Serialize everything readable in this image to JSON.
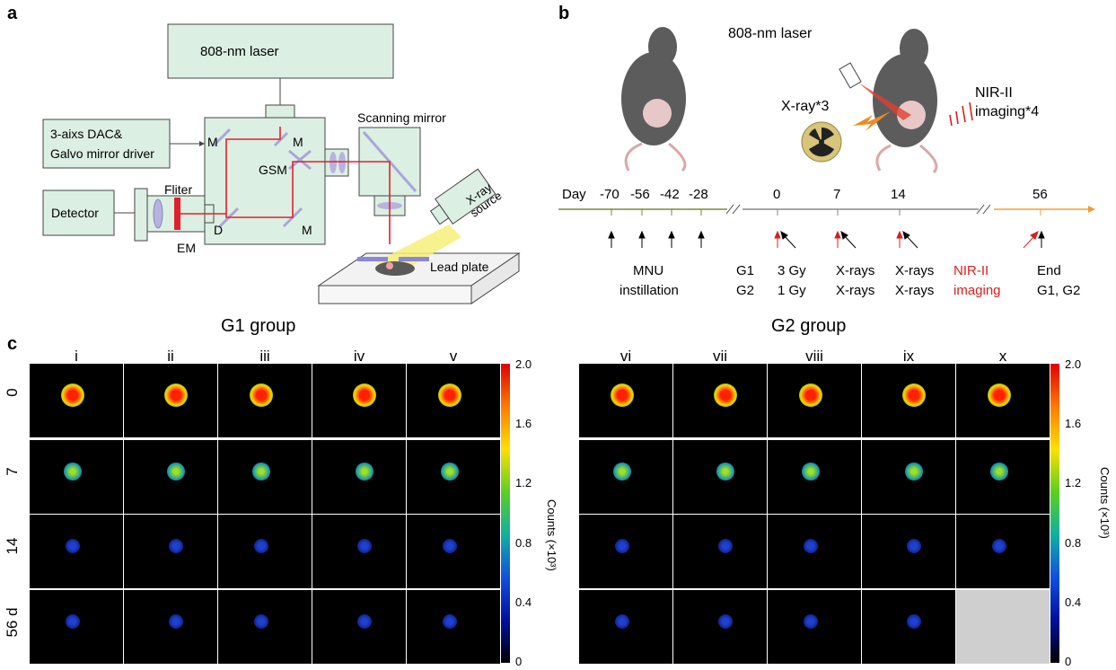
{
  "panel_a": {
    "letter": "a",
    "laser": "808-nm laser",
    "driver_line1": "3-aixs DAC&",
    "driver_line2": "Galvo mirror driver",
    "detector": "Detector",
    "filter": "Fliter",
    "em": "EM",
    "d": "D",
    "m1": "M",
    "m2": "M",
    "m3": "M",
    "gsm": "GSM",
    "scanning_mirror": "Scanning mirror",
    "xray_line1": "X-ray",
    "xray_line2": "source",
    "lead_plate": "Lead plate"
  },
  "panel_b": {
    "letter": "b",
    "laser": "808-nm laser",
    "xray": "X-ray*3",
    "nir_line1": "NIR-II",
    "nir_line2": "imaging*4",
    "day": "Day",
    "ticks": [
      "-70",
      "-56",
      "-42",
      "-28",
      "0",
      "7",
      "14",
      "56"
    ],
    "mnu_line1": "MNU",
    "mnu_line2": "instillation",
    "g1": "G1",
    "g2": "G2",
    "d0_line1": "3 Gy",
    "d0_line2": "1 Gy",
    "d7_line1": "X-rays",
    "d7_line2": "X-rays",
    "d14_line1": "X-rays",
    "d14_line2": "X-rays",
    "nir_imaging_line1": "NIR-II",
    "nir_imaging_line2": "imaging",
    "end_line1": "End",
    "end_line2": "G1, G2",
    "colors": {
      "pre": "#7a8a3a",
      "mid": "#888888",
      "post": "#f0a030",
      "red": "#d42020"
    }
  },
  "panel_c": {
    "letter": "c",
    "g1_title": "G1 group",
    "g2_title": "G2 group",
    "g1_cols": [
      "i",
      "ii",
      "iii",
      "iv",
      "v"
    ],
    "g2_cols": [
      "vi",
      "vii",
      "viii",
      "ix",
      "x"
    ],
    "rows": [
      "0",
      "7",
      "14",
      "56 d"
    ],
    "colorbar_ticks": [
      "2.0",
      "1.6",
      "1.2",
      "0.8",
      "0.4",
      "0"
    ],
    "colorbar_label": "Counts (×10³)"
  }
}
